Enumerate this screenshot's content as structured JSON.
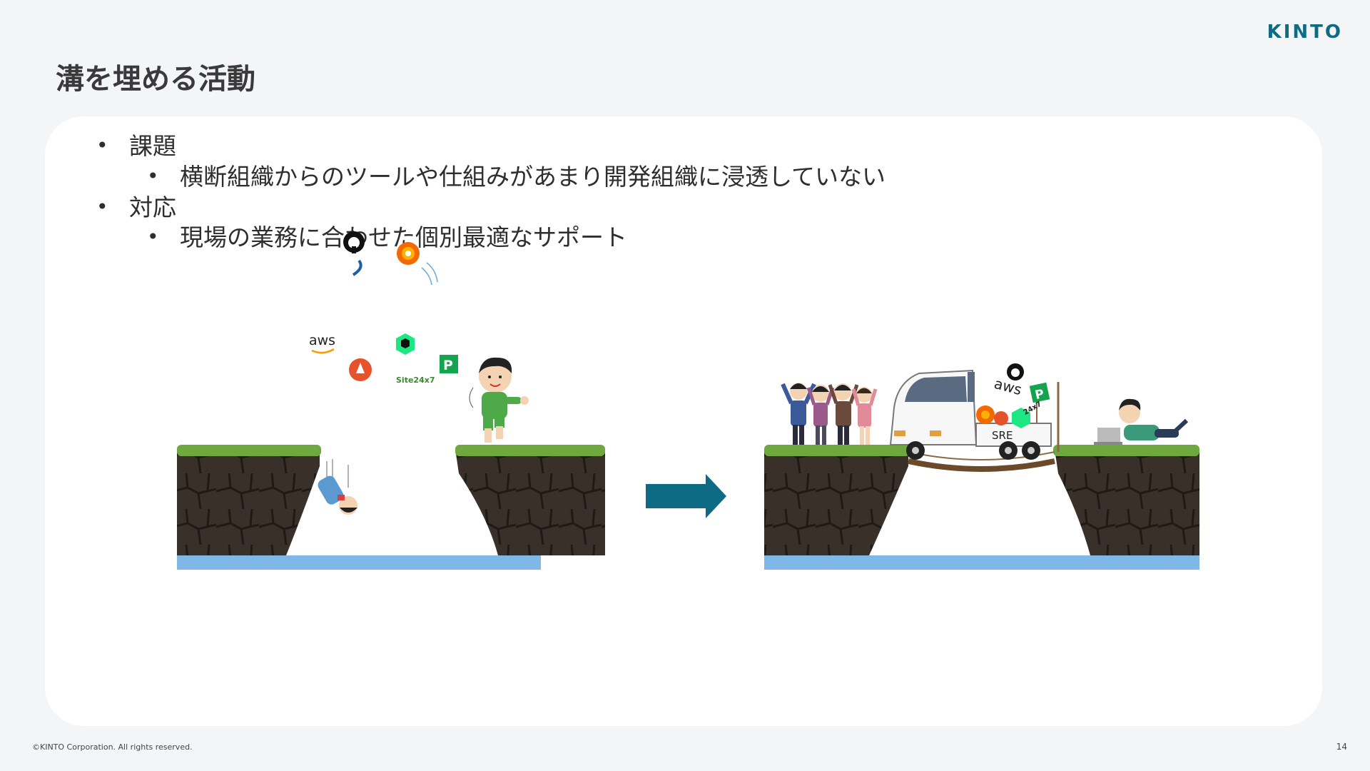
{
  "header": {
    "logo": "KINTO",
    "title": "溝を埋める活動"
  },
  "content": {
    "bullets": [
      {
        "label": "課題",
        "sub": "横断組織からのツールや仕組みがあまり開発組織に浸透していない"
      },
      {
        "label": "対応",
        "sub": "現場の業務に合わせた個別最適なサポート"
      }
    ]
  },
  "illustration": {
    "tool_logos": {
      "aws": "aws",
      "site24x7": "Site24x7",
      "pagerduty": "P"
    },
    "truck_label": "SRE",
    "truck_cargo": {
      "aws": "aws",
      "pagerduty": "P",
      "site24x7": "24x7"
    },
    "icons": [
      "github-icon",
      "grafana-icon",
      "newrelic-icon",
      "prometheus-icon",
      "pagerduty-icon",
      "arrow-right-icon"
    ],
    "colors": {
      "arrow": "#0f6b84",
      "rock": "#3a302a",
      "grass": "#6ea83e",
      "water": "#7fb7e6"
    }
  },
  "footer": {
    "copyright": "©KINTO Corporation. All rights reserved.",
    "page_number": "14"
  }
}
